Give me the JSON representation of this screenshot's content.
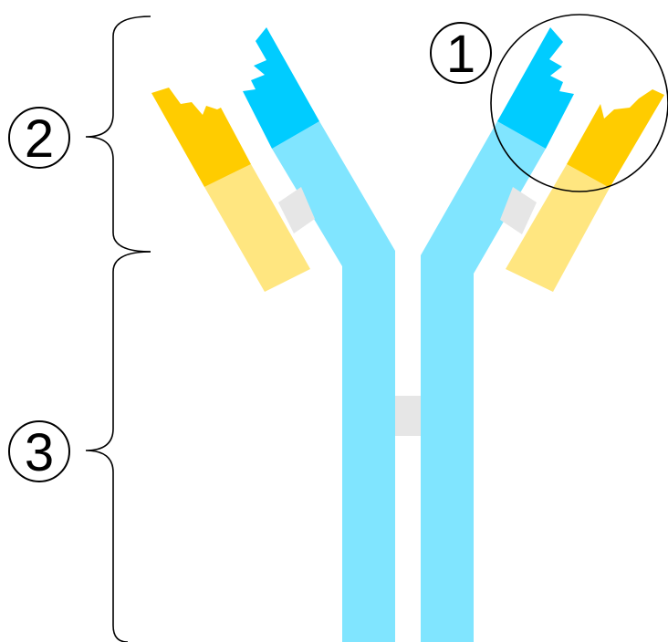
{
  "labels": {
    "paratope": "1",
    "fab_region": "2",
    "fc_region": "3"
  },
  "colors": {
    "heavy_constant": "#80E5FF",
    "heavy_variable": "#00CCFF",
    "light_constant": "#FFE680",
    "light_variable": "#FFCC00",
    "disulfide_bond": "#E6E6E6",
    "outline": "#000000"
  }
}
